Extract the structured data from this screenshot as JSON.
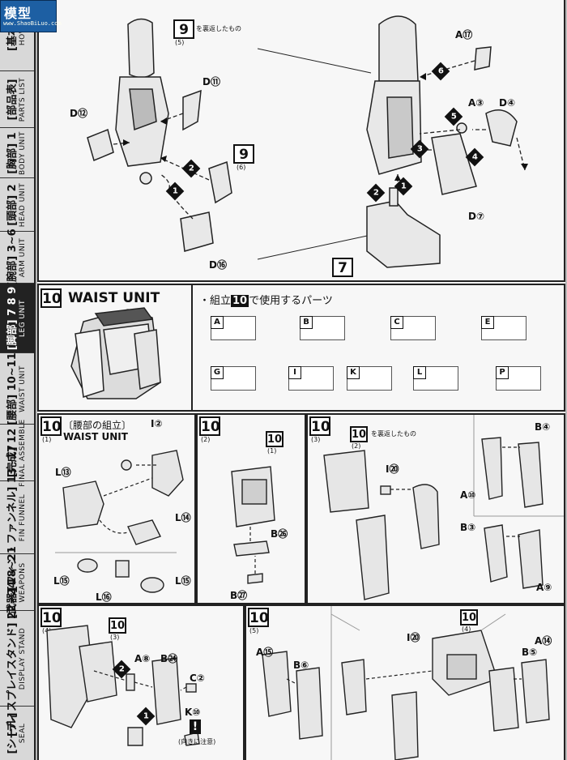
{
  "logo": {
    "text": "模型",
    "url": "www.ShaoBiLuo.com"
  },
  "sidebar": {
    "tabs": [
      {
        "jp": "[基本]",
        "en": "HOW"
      },
      {
        "jp": "[部品表]",
        "en": "PARTS LIST"
      },
      {
        "jp": "[胸部] 1",
        "en": "BODY UNIT"
      },
      {
        "jp": "[頭部] 2",
        "en": "HEAD UNIT"
      },
      {
        "jp": "[腕部] 3~6",
        "en": "ARM UNIT"
      },
      {
        "jp": "[脚部] 7 8 9",
        "en": "LEG UNIT"
      },
      {
        "jp": "[腰部] 10~11",
        "en": "WAIST UNIT"
      },
      {
        "jp": "[完成] 12",
        "en": "FINAL ASSEMBLE"
      },
      {
        "jp": "[フィン・ファンネル] 13~17",
        "en": "FIN FUNNEL"
      },
      {
        "jp": "[武器] 18~21",
        "en": "WEAPONS"
      },
      {
        "jp": "[ディスプレイスタンド] 22~24",
        "en": "DISPLAY STAND"
      },
      {
        "jp": "[シール]",
        "en": "SEAL"
      }
    ]
  },
  "top_left": {
    "ref_step": "9",
    "ref_sub": "(5)",
    "ref_note": "を裏返したもの",
    "parts": [
      "D⑪",
      "D⑫",
      "D⑯"
    ],
    "ref2_step": "9",
    "ref2_sub": "(6)",
    "arrows": [
      "1",
      "2"
    ]
  },
  "top_right": {
    "step": "7",
    "parts": [
      "A⑰",
      "A③",
      "D④",
      "D⑦"
    ],
    "arrows": [
      "1",
      "2",
      "3",
      "4",
      "5",
      "6"
    ]
  },
  "waist": {
    "step": "10",
    "title": "WAIST UNIT",
    "used_parts_prefix": "・組立",
    "used_parts_step": "10",
    "used_parts_suffix": "で使用するパーツ",
    "runners": [
      "A",
      "B",
      "C",
      "E",
      "G",
      "I",
      "K",
      "L",
      "P"
    ]
  },
  "sub1": {
    "step": "10",
    "sub": "(1)",
    "jp": "〔腰部の組立〕",
    "en": "WAIST UNIT",
    "parts": [
      "I②",
      "L⑬",
      "L⑭",
      "L⑮",
      "L⑯",
      "L⑮"
    ]
  },
  "sub2": {
    "step": "10",
    "sub": "(2)",
    "ref_step": "10",
    "ref_sub": "(1)",
    "parts": [
      "B㉖",
      "B㉗"
    ]
  },
  "sub3": {
    "step": "10",
    "sub": "(3)",
    "ref_step": "10",
    "ref_sub": "(2)",
    "ref_note": "を裏返したもの",
    "parts": [
      "I⑳",
      "B④",
      "A⑩",
      "B③",
      "A⑨"
    ]
  },
  "sub4": {
    "step": "10",
    "sub": "(4)",
    "ref_step": "10",
    "ref_sub": "(3)",
    "parts": [
      "A⑧",
      "B㉔",
      "C②",
      "K⑩"
    ],
    "arrows": [
      "1",
      "2"
    ],
    "caution": "(向きに注意)"
  },
  "sub5": {
    "step": "10",
    "sub": "(5)",
    "ref_step": "10",
    "ref_sub": "(4)",
    "parts": [
      "A⑮",
      "B⑥",
      "I⑳",
      "B⑤",
      "A⑭"
    ]
  }
}
